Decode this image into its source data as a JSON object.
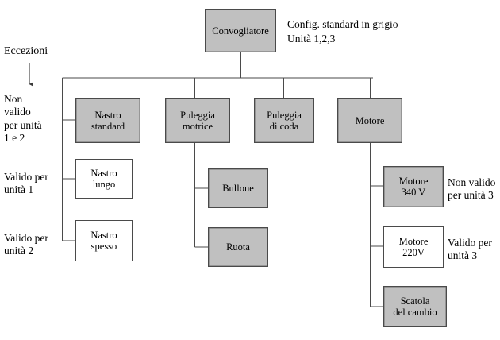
{
  "diagram": {
    "title_caption": "Config. standard  in grigio\nUnità 1,2,3",
    "exceptions_label": "Eccezioni",
    "colors": {
      "standard_fill": "#c0c0c0",
      "exception_fill": "#ffffff",
      "line": "#4a4a4a",
      "text": "#000000"
    },
    "nodes": {
      "root": "Convogliatore",
      "level1": [
        "Nastro\nstandard",
        "Puleggia\nmotrice",
        "Puleggia\ndi coda",
        "Motore"
      ],
      "belt_variants": [
        "Nastro\nlungo",
        "Nastro\nspesso"
      ],
      "pulley_children": [
        "Bullone",
        "Ruota"
      ],
      "motor_children": [
        "Motore\n340 V",
        "Motore\n220V",
        "Scatola\ndel cambio"
      ]
    },
    "annotations": {
      "left": [
        "Non\nvalido\nper unità\n1 e 2",
        "Valido per\nunità 1",
        "Valido per\nunità 2"
      ],
      "right": [
        "Non valido\nper unità 3",
        "Valido per\nunità 3"
      ]
    }
  }
}
